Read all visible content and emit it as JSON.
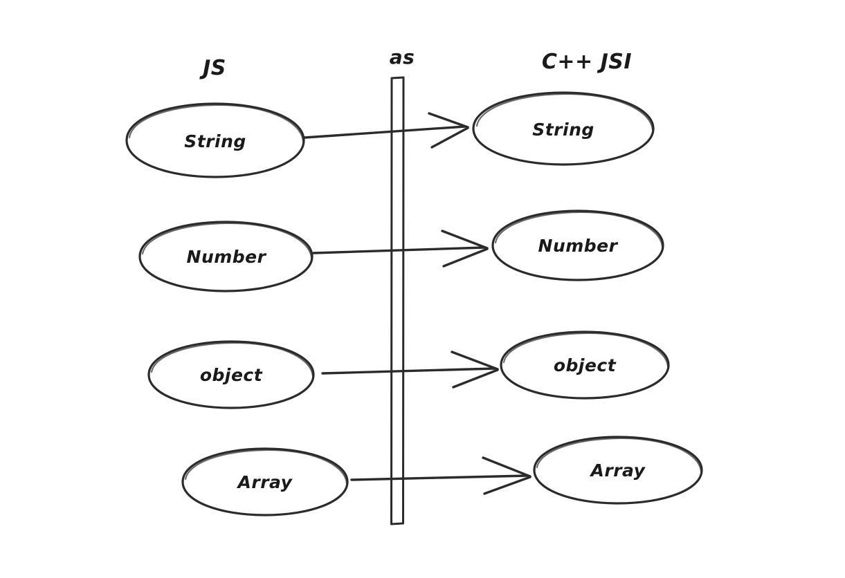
{
  "diagram": {
    "title": "JS to C++ JSI type conversion",
    "background_color": "#ffffff",
    "ink_color": "#2b2b2b",
    "style": "hand-drawn whiteboard sketch",
    "columns": {
      "left_title": "JS",
      "center_title": "as",
      "right_title": "C++ JSI"
    },
    "divider": {
      "name": "vertical-bar",
      "shape": "tall narrow open rectangle"
    },
    "rows": [
      {
        "left_label": "String",
        "right_label": "String",
        "connector": "arrow-right"
      },
      {
        "left_label": "Number",
        "right_label": "Number",
        "connector": "arrow-right"
      },
      {
        "left_label": "object",
        "right_label": "object",
        "connector": "arrow-right"
      },
      {
        "left_label": "Array",
        "right_label": "Array",
        "connector": "arrow-right"
      }
    ]
  }
}
